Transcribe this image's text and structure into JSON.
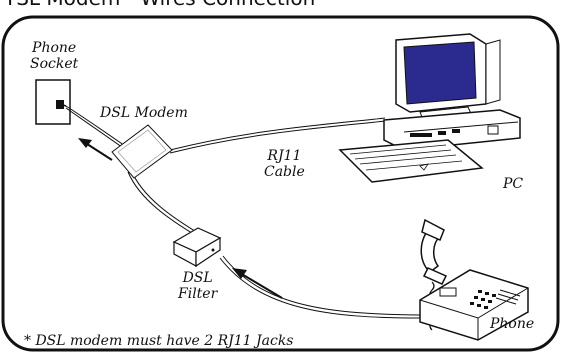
{
  "title": "TSL Modem - Wires Connection",
  "labels": {
    "phone_socket": [
      "Phone",
      "Socket"
    ],
    "dsl_modem": "DSL Modem",
    "rj11_cable": [
      "RJ11",
      "Cable"
    ],
    "pc": "PC",
    "dsl_filter": [
      "DSL",
      "Filter"
    ],
    "phone": "Phone"
  },
  "footnote": "* DSL modem must have 2 RJ11 Jacks",
  "icons": [
    "phone-socket-icon",
    "dsl-modem-icon",
    "pc-icon",
    "dsl-filter-icon",
    "telephone-icon"
  ]
}
